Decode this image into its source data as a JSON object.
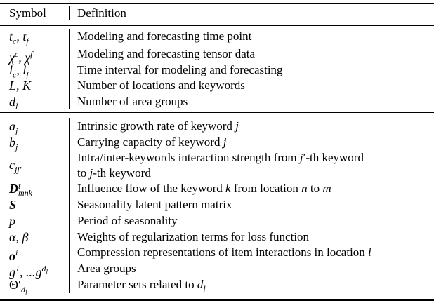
{
  "table": {
    "header": {
      "symbol": "Symbol",
      "definition": "Definition"
    },
    "group1": [
      {
        "symbol": "tc, tf",
        "definition": "Modeling and forecasting time point"
      },
      {
        "symbol": "χc, χf",
        "definition": "Modeling and forecasting tensor data"
      },
      {
        "symbol": "lc, lf",
        "definition": "Time interval for modeling and forecasting"
      },
      {
        "symbol": "L, K",
        "definition": "Number of locations and keywords"
      },
      {
        "symbol": "dl",
        "definition": "Number of area groups"
      }
    ],
    "group2": [
      {
        "symbol": "aj",
        "definition": "Intrinsic growth rate of keyword j"
      },
      {
        "symbol": "bj",
        "definition": "Carrying capacity of keyword j"
      },
      {
        "symbol": "cjj′",
        "definition": "Intra/inter-keywords interaction strength from j′-th keyword",
        "definition_cont": "to j-th keyword"
      },
      {
        "symbol": "Dtmnk",
        "definition": "Influence flow of the keyword k from location n to m"
      },
      {
        "symbol": "S",
        "definition": "Seasonality latent pattern matrix"
      },
      {
        "symbol": "p",
        "definition": "Period of seasonality"
      },
      {
        "symbol": "α, β",
        "definition": "Weights of regularization terms for loss function"
      },
      {
        "symbol": "oi",
        "definition": "Compression representations of item interactions in location i"
      },
      {
        "symbol": "g1, ...gdl",
        "definition": "Area groups"
      },
      {
        "symbol": "Θ′dl",
        "definition": "Parameter sets related to dl"
      }
    ]
  }
}
